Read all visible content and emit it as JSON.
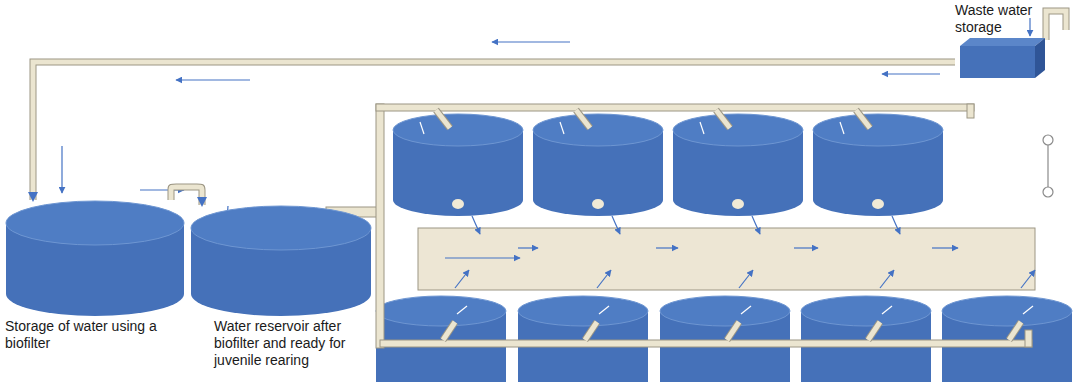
{
  "diagram": {
    "nodes": [
      {
        "text": [
          "Storage of water using a biofilter"
        ]
      },
      {
        "text": [
          "Water reservoir after biofilter and ready for juvenile rearing"
        ]
      },
      {
        "text": [
          "Waste water storage"
        ]
      }
    ],
    "edges": [
      {
        "from": 2,
        "to": 0,
        "arrow": "to"
      },
      {
        "from": 0,
        "to": 1,
        "arrow": "to"
      }
    ]
  }
}
